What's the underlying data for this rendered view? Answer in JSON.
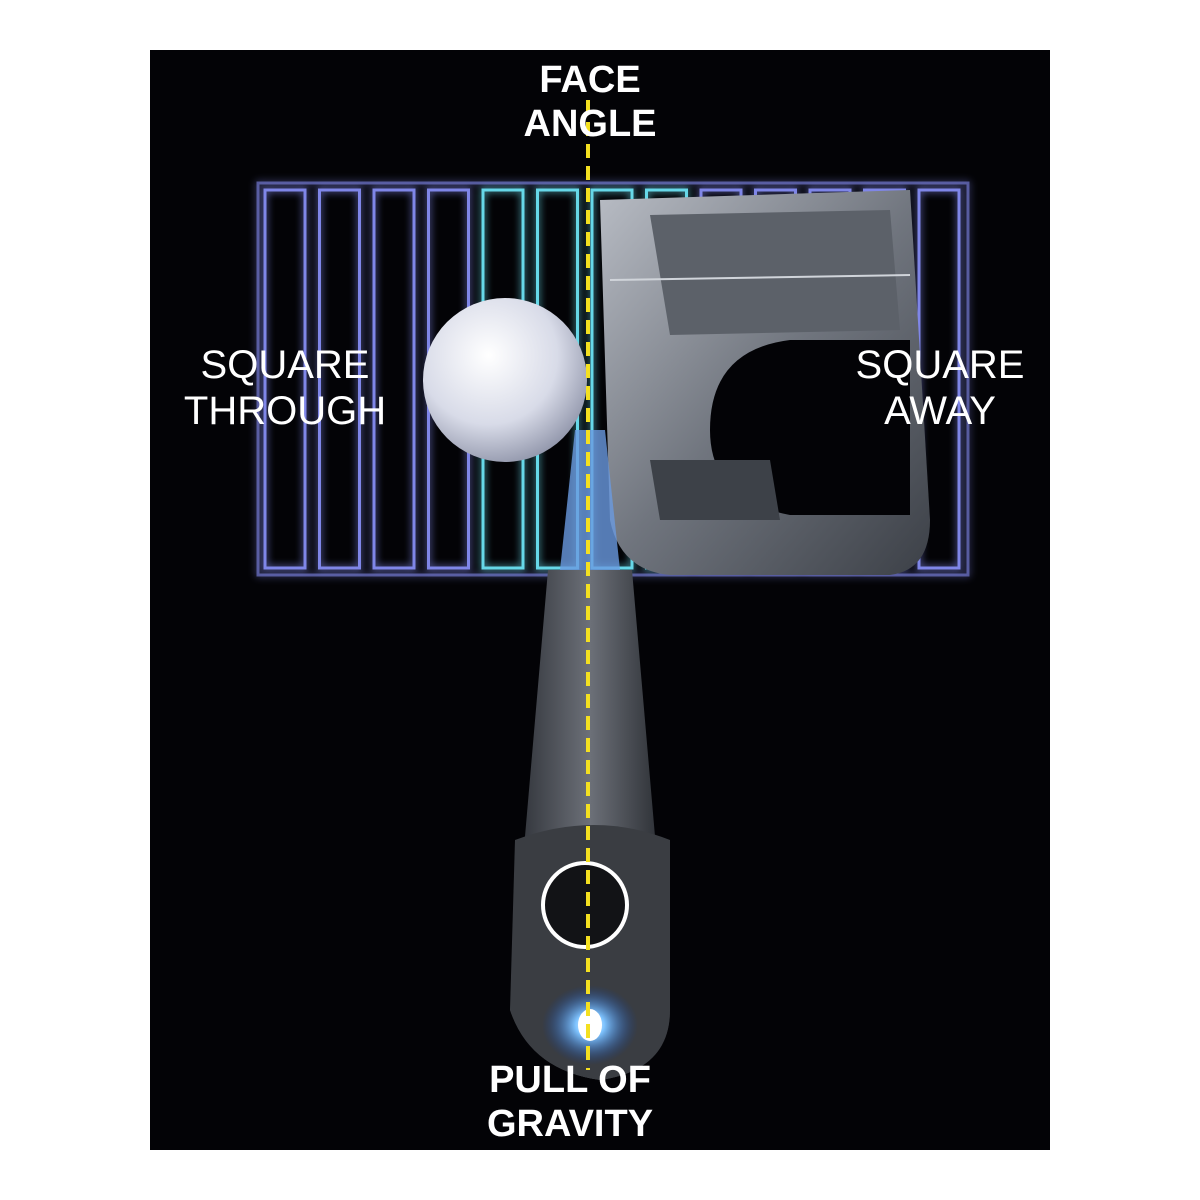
{
  "labels": {
    "top_line1": "FACE",
    "top_line2": "ANGLE",
    "left_line1": "SQUARE",
    "left_line2": "THROUGH",
    "right_line1": "SQUARE",
    "right_line2": "AWAY",
    "bottom_line1": "PULL OF",
    "bottom_line2": "GRAVITY"
  },
  "colors": {
    "background": "#030306",
    "grid": "#7f86e8",
    "grid_center": "#66d8e8",
    "center_line": "#f4e020",
    "glow": "#4aa8ff"
  }
}
